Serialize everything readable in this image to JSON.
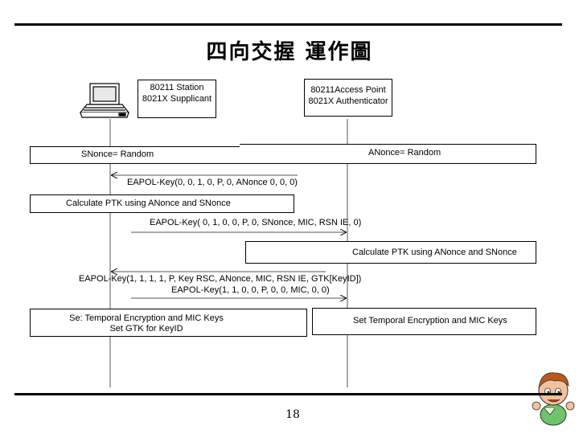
{
  "title": "四向交握 運作圖",
  "station": {
    "line1": "80211 Station",
    "line2": "8021X Supplicant"
  },
  "access_point": {
    "line1": "80211Access Point",
    "line2": "8021X Authenticator"
  },
  "nonce_box": {
    "snonce": "SNonce= Random",
    "anonce": "ANonce= Random"
  },
  "messages": {
    "msg1": "EAPOL-Key(0, 0, 1, 0, P, 0, ANonce 0, 0, 0)",
    "calc_station": "Calculate PTK using ANonce and SNonce",
    "msg2": "EAPOL-Key( 0, 1, 0, 0, P, 0, SNonce, MIC, RSN IE, 0)",
    "calc_ap": "Calculate PTK using ANonce and SNonce",
    "msg3": "EAPOL-Key(1, 1, 1, 1, P, Key RSC, ANonce, MIC, RSN IE, GTK[KeyID])",
    "msg4": "EAPOL-Key(1, 1, 0, 0, P, 0, 0, MIC, 0, 0)"
  },
  "final_box": {
    "station_line1": "Se: Temporal Encryption and MIC Keys",
    "station_line2": "Set GTK for KeyID",
    "ap_line1": "Set Temporal Encryption and MIC Keys"
  },
  "page_number": "18"
}
